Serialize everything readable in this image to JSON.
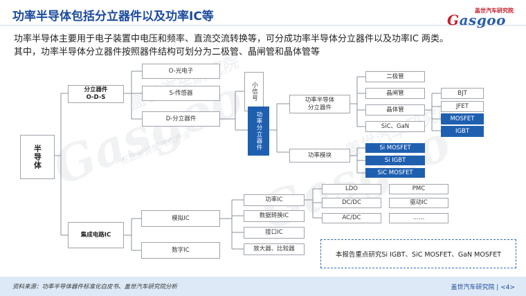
{
  "header": {
    "title": "功率半导体包括分立器件以及功率IC等",
    "logo_top": "盖世汽车研究院",
    "logo_word_first": "G",
    "logo_word_rest": "asgoo"
  },
  "intro": {
    "line1": "功率半导体主要用于电子装置中电压和频率、直流交流转换等，可分成功率半导体分立器件以及功率IC 两类。",
    "line2": "其中，功率半导体分立器件按照器件结构可划分为二极管、晶闸管和晶体管等"
  },
  "tree": {
    "root": "半导体",
    "discrete_group": "分立器件\nO-D-S",
    "optoelectronic": "O-光电子",
    "sensor": "S-传感器",
    "d_discrete": "D-分立器件",
    "small_signal": "小信号",
    "power_discrete": "功率分立器件",
    "power_semi_discrete": "功率半导体\n分立器件",
    "power_module": "功率模块",
    "diode": "二极管",
    "thyristor": "晶闸管",
    "transistor": "晶体管",
    "sic_gan": "SiC、GaN",
    "bjt": "BJT",
    "jfet": "JFET",
    "mosfet": "MOSFET",
    "igbt": "IGBT",
    "si_mosfet": "Si MOSFET",
    "si_igbt": "Si IGBT",
    "sic_mosfet": "SiC MOSFET",
    "ic_group": "集成电路IC",
    "analog_ic": "模拟IC",
    "digital_ic": "数字IC",
    "power_ic": "功率IC",
    "data_converter": "数据转换IC",
    "interface_ic": "接口IC",
    "amplifier": "放大器、比较器",
    "ldo": "LDO",
    "pmc": "PMC",
    "dcdc": "DC/DC",
    "driver_ic": "驱动IC",
    "acdc": "AC/DC",
    "ellipsis": "……"
  },
  "note": "本报告重点研究Si IGBT、SiC MOSFET、GaN MOSFET",
  "footer": {
    "source": "资料来源：功率半导体器件标准化白皮书、盖世汽车研究院分析",
    "page": "盖世汽车研究院 | <4>"
  },
  "watermarks": [
    "Gasgoo",
    "盖世汽车研究院",
    "在这里读懂汽车产业"
  ],
  "colors": {
    "accent": "#1f5fb0",
    "title": "#1a4a9c",
    "brand_red": "#c8202b",
    "footer_bg": "#dde9f6"
  }
}
